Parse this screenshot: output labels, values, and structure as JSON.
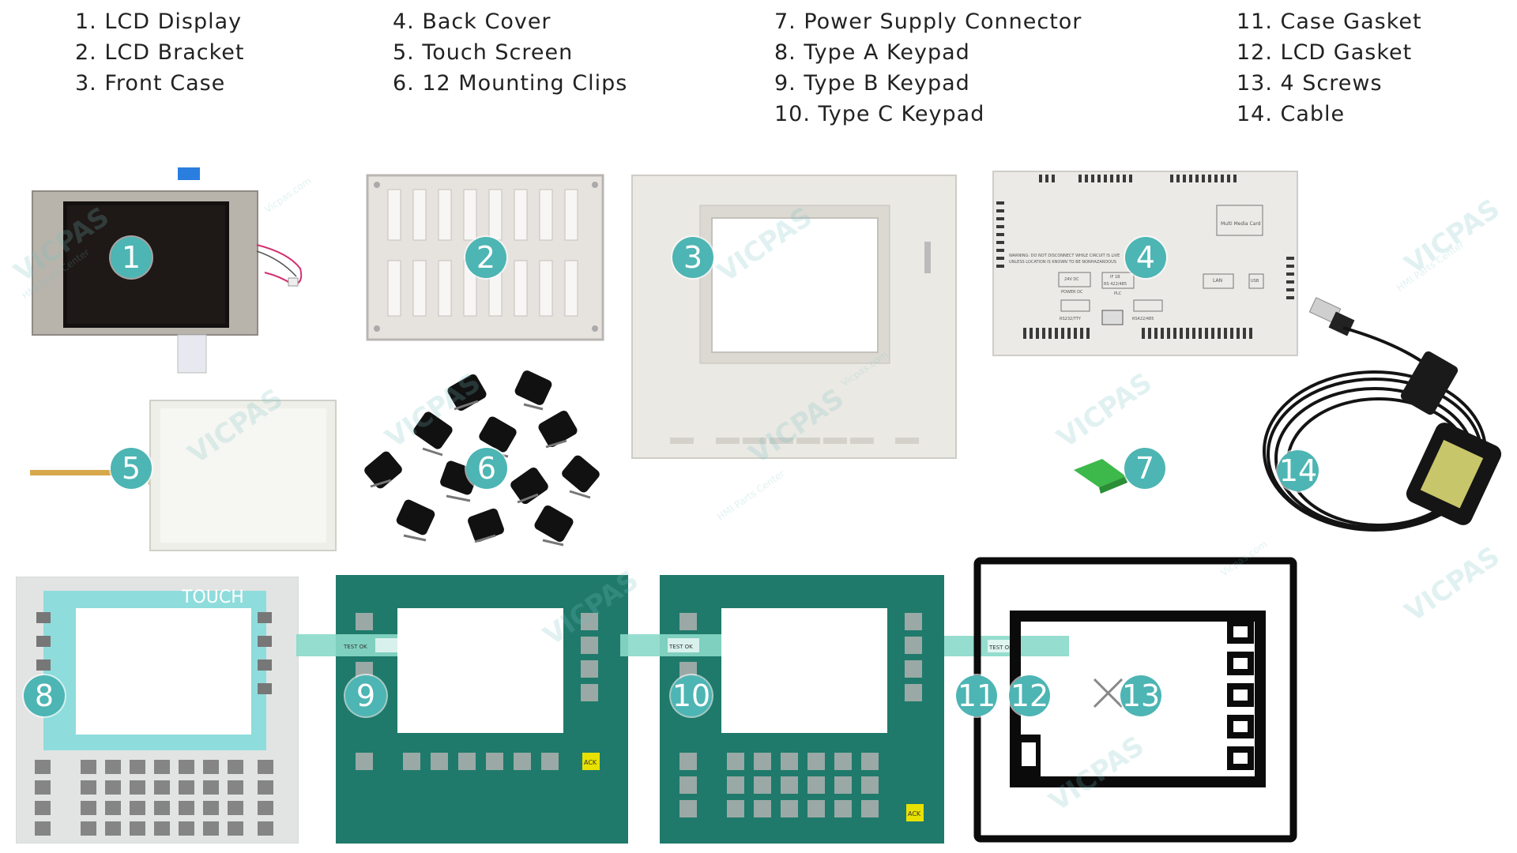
{
  "legend": {
    "col1": [
      "1. LCD Display",
      "2. LCD Bracket",
      "3. Front Case"
    ],
    "col2": [
      "4. Back Cover",
      "5. Touch Screen",
      "6. 12 Mounting Clips"
    ],
    "col3": [
      "7. Power Supply Connector",
      "8. Type A Keypad",
      "9. Type B Keypad",
      "10. Type C Keypad"
    ],
    "col4": [
      "11. Case Gasket",
      "12. LCD Gasket",
      "13. 4 Screws",
      "14. Cable"
    ]
  },
  "badges": [
    "1",
    "2",
    "3",
    "4",
    "5",
    "6",
    "7",
    "8",
    "9",
    "10",
    "11",
    "12",
    "13",
    "14"
  ],
  "keypad_text": {
    "touch": "TOUCH",
    "ack": "ACK"
  },
  "flex_label": "TEST OK",
  "watermark": {
    "brand": "VICPAS",
    "sub": "HMI Parts Center",
    "site": "Vicpas.com"
  },
  "back_cover_text": {
    "warning": "WARNING: DO NOT DISCONNECT WHILE CIRCUIT IS LIVE",
    "warning2": "UNLESS LOCATION IS KNOWN TO BE NONHAZARDOUS",
    "mmc": "Multi Media Card",
    "power": "24V DC",
    "power_label": "POWER DC",
    "if1b": "IF 1B",
    "rs422": "RS 422/485",
    "plc": "PLC",
    "lan": "LAN",
    "usb": "USB",
    "rs232": "RS232/TTY",
    "rs422b": "RS422/485"
  },
  "colors": {
    "badge": "#4db5b4",
    "keypad_green": "#1f7a6b",
    "keypad_light": "#e4e6e6",
    "touch_cyan": "#8fdcdc"
  }
}
